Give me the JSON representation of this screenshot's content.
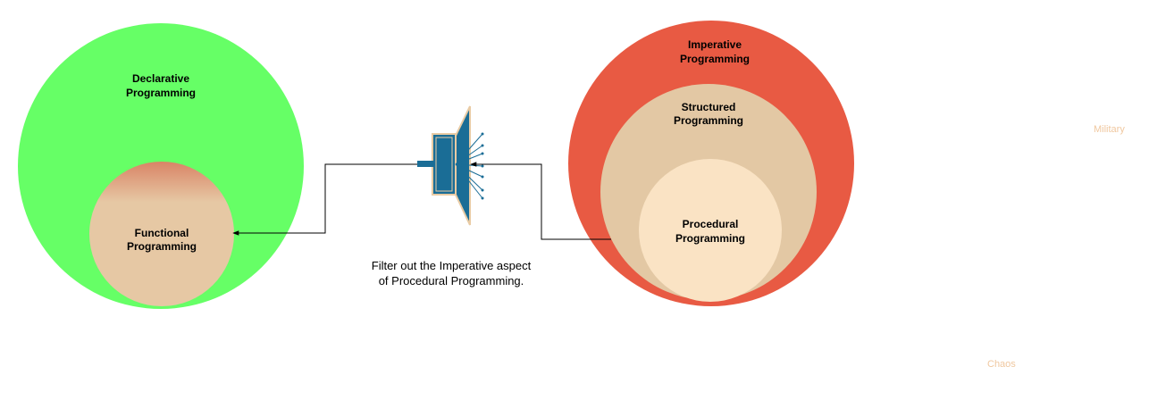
{
  "diagram": {
    "declarative": {
      "line1": "Declarative",
      "line2": "Programming"
    },
    "functional": {
      "line1": "Functional",
      "line2": "Programming"
    },
    "imperative": {
      "line1": "Imperative",
      "line2": "Programming"
    },
    "structured": {
      "line1": "Structured",
      "line2": "Programming"
    },
    "procedural": {
      "line1": "Procedural",
      "line2": "Programming"
    },
    "caption": {
      "line1": "Filter out the Imperative aspect",
      "line2": "of Procedural Programming."
    },
    "ghost_labels": {
      "military": "Military",
      "chaos": "Chaos"
    }
  },
  "colors": {
    "declarative_fill": "#66ff66",
    "functional_fill": "#e6c8a4",
    "functional_top": "#d9896a",
    "imperative_fill": "#e85a43",
    "structured_fill": "#e3c8a4",
    "procedural_fill": "#fae3c4",
    "filter_blue": "#1a6d96",
    "filter_light": "#e9cba4",
    "ghost_text": "#f0c8a0"
  }
}
